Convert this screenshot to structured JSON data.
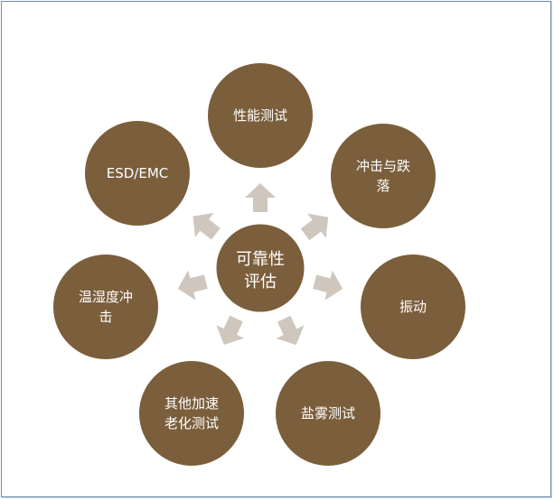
{
  "diagram": {
    "center": {
      "lines": [
        "可靠性",
        "评估"
      ]
    },
    "nodes": [
      {
        "id": "performance-test",
        "lines": [
          "性能测试"
        ]
      },
      {
        "id": "shock-drop",
        "lines": [
          "冲击与跌",
          "落"
        ]
      },
      {
        "id": "vibration",
        "lines": [
          "振动"
        ]
      },
      {
        "id": "salt-spray-test",
        "lines": [
          "盐雾测试"
        ]
      },
      {
        "id": "other-accelerated-aging",
        "lines": [
          "其他加速",
          "老化测试"
        ]
      },
      {
        "id": "temp-humidity-shock",
        "lines": [
          "温湿度冲",
          "击"
        ]
      },
      {
        "id": "esd-emc",
        "lines": [
          "ESD/EMC"
        ]
      }
    ],
    "colors": {
      "node_fill": "#7b5e3b",
      "arrow_fill": "#cfc7bd",
      "text": "#ffffff",
      "border": "#6f8fb0"
    }
  }
}
